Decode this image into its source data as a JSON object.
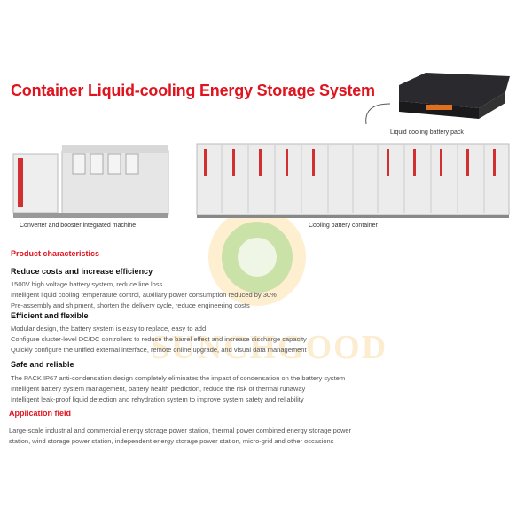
{
  "title": "Container Liquid-cooling Energy Storage System",
  "images": {
    "battery_pack_caption": "Liquid cooling battery pack",
    "converter_caption": "Converter and booster integrated machine",
    "container_caption": "Cooling battery container"
  },
  "watermark": "SUNCHGOOD",
  "product_characteristics": {
    "heading": "Product characteristics",
    "sections": [
      {
        "title": "Reduce costs and increase efficiency",
        "lines": [
          "1500V high voltage battery system, reduce line loss",
          "Intelligent liquid cooling temperature control, auxiliary power consumption reduced by 30%",
          "Pre-assembly and shipment, shorten the delivery cycle, reduce engineering costs"
        ]
      },
      {
        "title": "Efficient and flexible",
        "lines": [
          "Modular design, the battery system is easy to replace, easy to add",
          "Configure cluster-level DC/DC controllers to reduce the barrel effect and increase discharge capacity",
          "Quickly configure the unified external interface, remote online upgrade, and visual data management"
        ]
      },
      {
        "title": "Safe and reliable",
        "lines": [
          "The PACK IP67 anti-condensation design completely eliminates the impact of condensation on the battery system",
          "Intelligent battery system management, battery health prediction, reduce the risk of thermal runaway",
          "Intelligent leak-proof liquid detection and rehydration system to improve system safety and reliability"
        ]
      }
    ]
  },
  "application": {
    "heading": "Application field",
    "lines": [
      "Large-scale industrial and commercial energy storage power station, thermal power combined energy storage power",
      "station, wind storage power station, independent energy storage power station, micro-grid and other occasions"
    ]
  },
  "colors": {
    "accent": "#e0141e"
  }
}
